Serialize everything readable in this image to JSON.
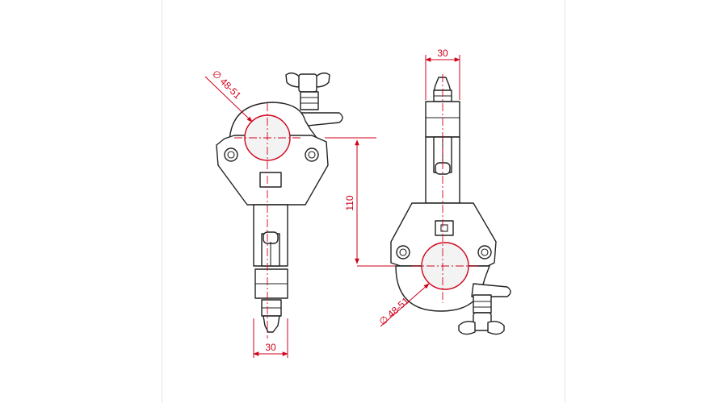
{
  "drawing": {
    "accent_color": "#d0021b",
    "line_color": "#222222",
    "dimensions": {
      "left_view": {
        "diameter": "∅ 48-51",
        "width_bottom": "30",
        "height": "110"
      },
      "right_view": {
        "width_top": "30",
        "diameter": "∅ 48-51"
      }
    }
  }
}
